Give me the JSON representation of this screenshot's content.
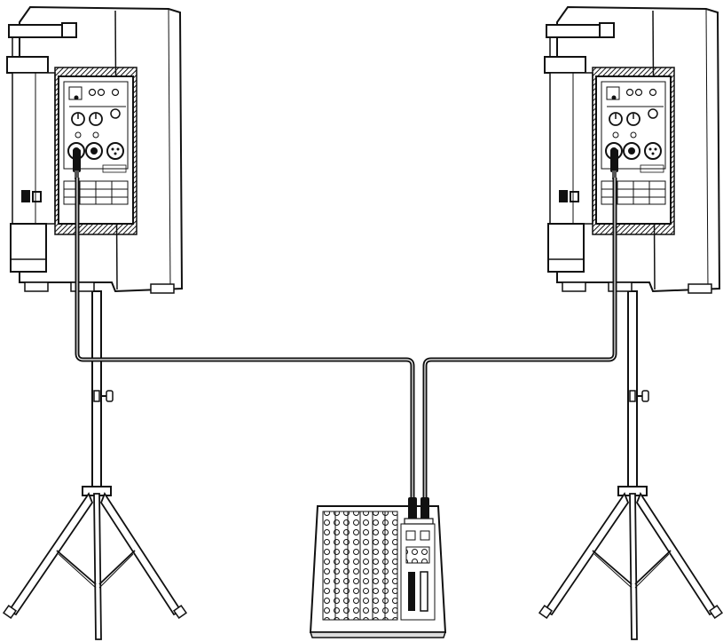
{
  "diagram": {
    "components": [
      {
        "id": "left-speaker",
        "kind": "powered-speaker"
      },
      {
        "id": "right-speaker",
        "kind": "powered-speaker"
      },
      {
        "id": "left-stand",
        "kind": "tripod-speaker-stand"
      },
      {
        "id": "right-stand",
        "kind": "tripod-speaker-stand"
      },
      {
        "id": "mixer",
        "kind": "mixing-console"
      }
    ],
    "connections": [
      {
        "from": "mixer",
        "to": "left-speaker",
        "kind": "audio-cable"
      },
      {
        "from": "mixer",
        "to": "right-speaker",
        "kind": "audio-cable"
      }
    ],
    "colors": {
      "line": "#111111",
      "fill": "#ffffff",
      "shade": "#555555",
      "light": "#dddddd"
    }
  }
}
